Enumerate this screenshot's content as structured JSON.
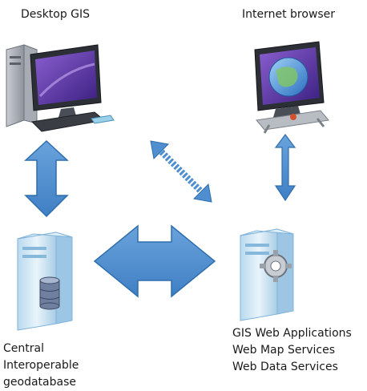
{
  "labels": {
    "desktop_gis": "Desktop GIS",
    "internet_browser": "Internet browser",
    "central_geodatabase": [
      "Central",
      "Interoperable",
      "geodatabase"
    ],
    "web_services": [
      "GIS Web Applications",
      "Web Map Services",
      "Web Data Services"
    ]
  },
  "nodes": [
    {
      "id": "desktop",
      "icon": "desktop-computer-icon"
    },
    {
      "id": "browser",
      "icon": "browser-computer-icon"
    },
    {
      "id": "geodatabase",
      "icon": "database-server-icon"
    },
    {
      "id": "web-server",
      "icon": "web-server-icon"
    }
  ],
  "connections": [
    {
      "from": "desktop",
      "to": "geodatabase",
      "style": "solid"
    },
    {
      "from": "geodatabase",
      "to": "web-server",
      "style": "solid"
    },
    {
      "from": "browser",
      "to": "web-server",
      "style": "solid"
    },
    {
      "from": "desktop",
      "to": "web-server",
      "style": "dashed"
    }
  ],
  "colors": {
    "arrow_fill": "#4f8fd0",
    "arrow_stroke": "#2f6fae",
    "server_body": "#d7e9f5",
    "server_edge": "#7fb3d9",
    "screen": "#6a3fb0"
  }
}
